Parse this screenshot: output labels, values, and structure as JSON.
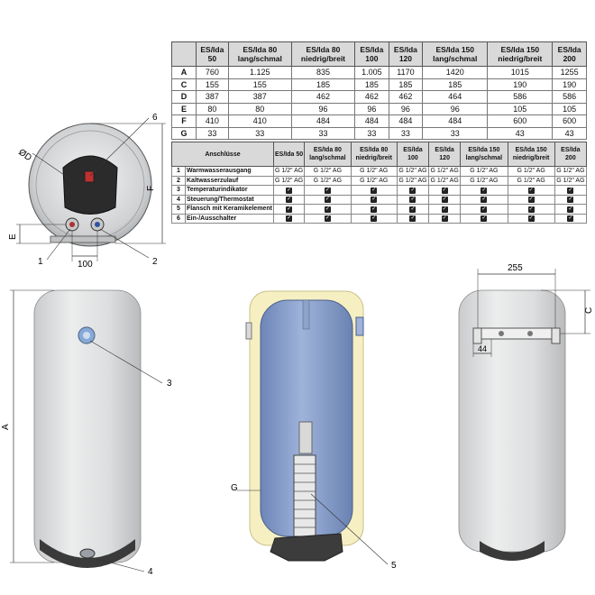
{
  "dimensions_table": {
    "columns": [
      "",
      "ES/Ida 50",
      "ES/Ida 80 lang/schmal",
      "ES/Ida 80 niedrig/breit",
      "ES/Ida 100",
      "ES/Ida 120",
      "ES/Ida 150 lang/schmal",
      "ES/Ida 150 niedrig/breit",
      "ES/Ida 200"
    ],
    "rows": [
      {
        "label": "A",
        "values": [
          "760",
          "1.125",
          "835",
          "1.005",
          "1170",
          "1420",
          "1015",
          "1255"
        ]
      },
      {
        "label": "C",
        "values": [
          "155",
          "155",
          "185",
          "185",
          "185",
          "185",
          "190",
          "190"
        ]
      },
      {
        "label": "D",
        "values": [
          "387",
          "387",
          "462",
          "462",
          "462",
          "464",
          "586",
          "586"
        ]
      },
      {
        "label": "E",
        "values": [
          "80",
          "80",
          "96",
          "96",
          "96",
          "96",
          "105",
          "105"
        ]
      },
      {
        "label": "F",
        "values": [
          "410",
          "410",
          "484",
          "484",
          "484",
          "484",
          "600",
          "600"
        ]
      },
      {
        "label": "G",
        "values": [
          "33",
          "33",
          "33",
          "33",
          "33",
          "33",
          "43",
          "43"
        ]
      }
    ]
  },
  "connections_table": {
    "header": "Anschlüsse",
    "columns": [
      "ES/Ida 50",
      "ES/Ida 80 lang/schmal",
      "ES/Ida 80 niedrig/breit",
      "ES/Ida 100",
      "ES/Ida 120",
      "ES/Ida 150 lang/schmal",
      "ES/Ida 150 niedrig/breit",
      "ES/Ida 200"
    ],
    "rows": [
      {
        "num": "1",
        "label": "Warmwasserausgang",
        "value": "G 1/2\" AG"
      },
      {
        "num": "2",
        "label": "Kaltwasserzulauf",
        "value": "G 1/2\" AG"
      },
      {
        "num": "3",
        "label": "Temperaturindikator",
        "value": "check"
      },
      {
        "num": "4",
        "label": "Steuerung/Thermostat",
        "value": "check"
      },
      {
        "num": "5",
        "label": "Flansch mit Keramikelement",
        "value": "check"
      },
      {
        "num": "6",
        "label": "Ein-/Ausschalter",
        "value": "check"
      }
    ]
  },
  "callouts": {
    "c1": "1",
    "c2": "2",
    "c3": "3",
    "c4": "4",
    "c5": "5",
    "c6": "6",
    "dimA": "A",
    "dimC": "C",
    "dimE": "E",
    "dimF": "F",
    "dimG": "G",
    "dimD": "ØD",
    "dim100": "100",
    "dim255": "255",
    "dim44": "44"
  },
  "colors": {
    "tank_grey": "#d6d8da",
    "tank_blue": "#7f97c7",
    "insulation_yellow": "#f6efc2",
    "table_header": "#d9d9d9"
  }
}
